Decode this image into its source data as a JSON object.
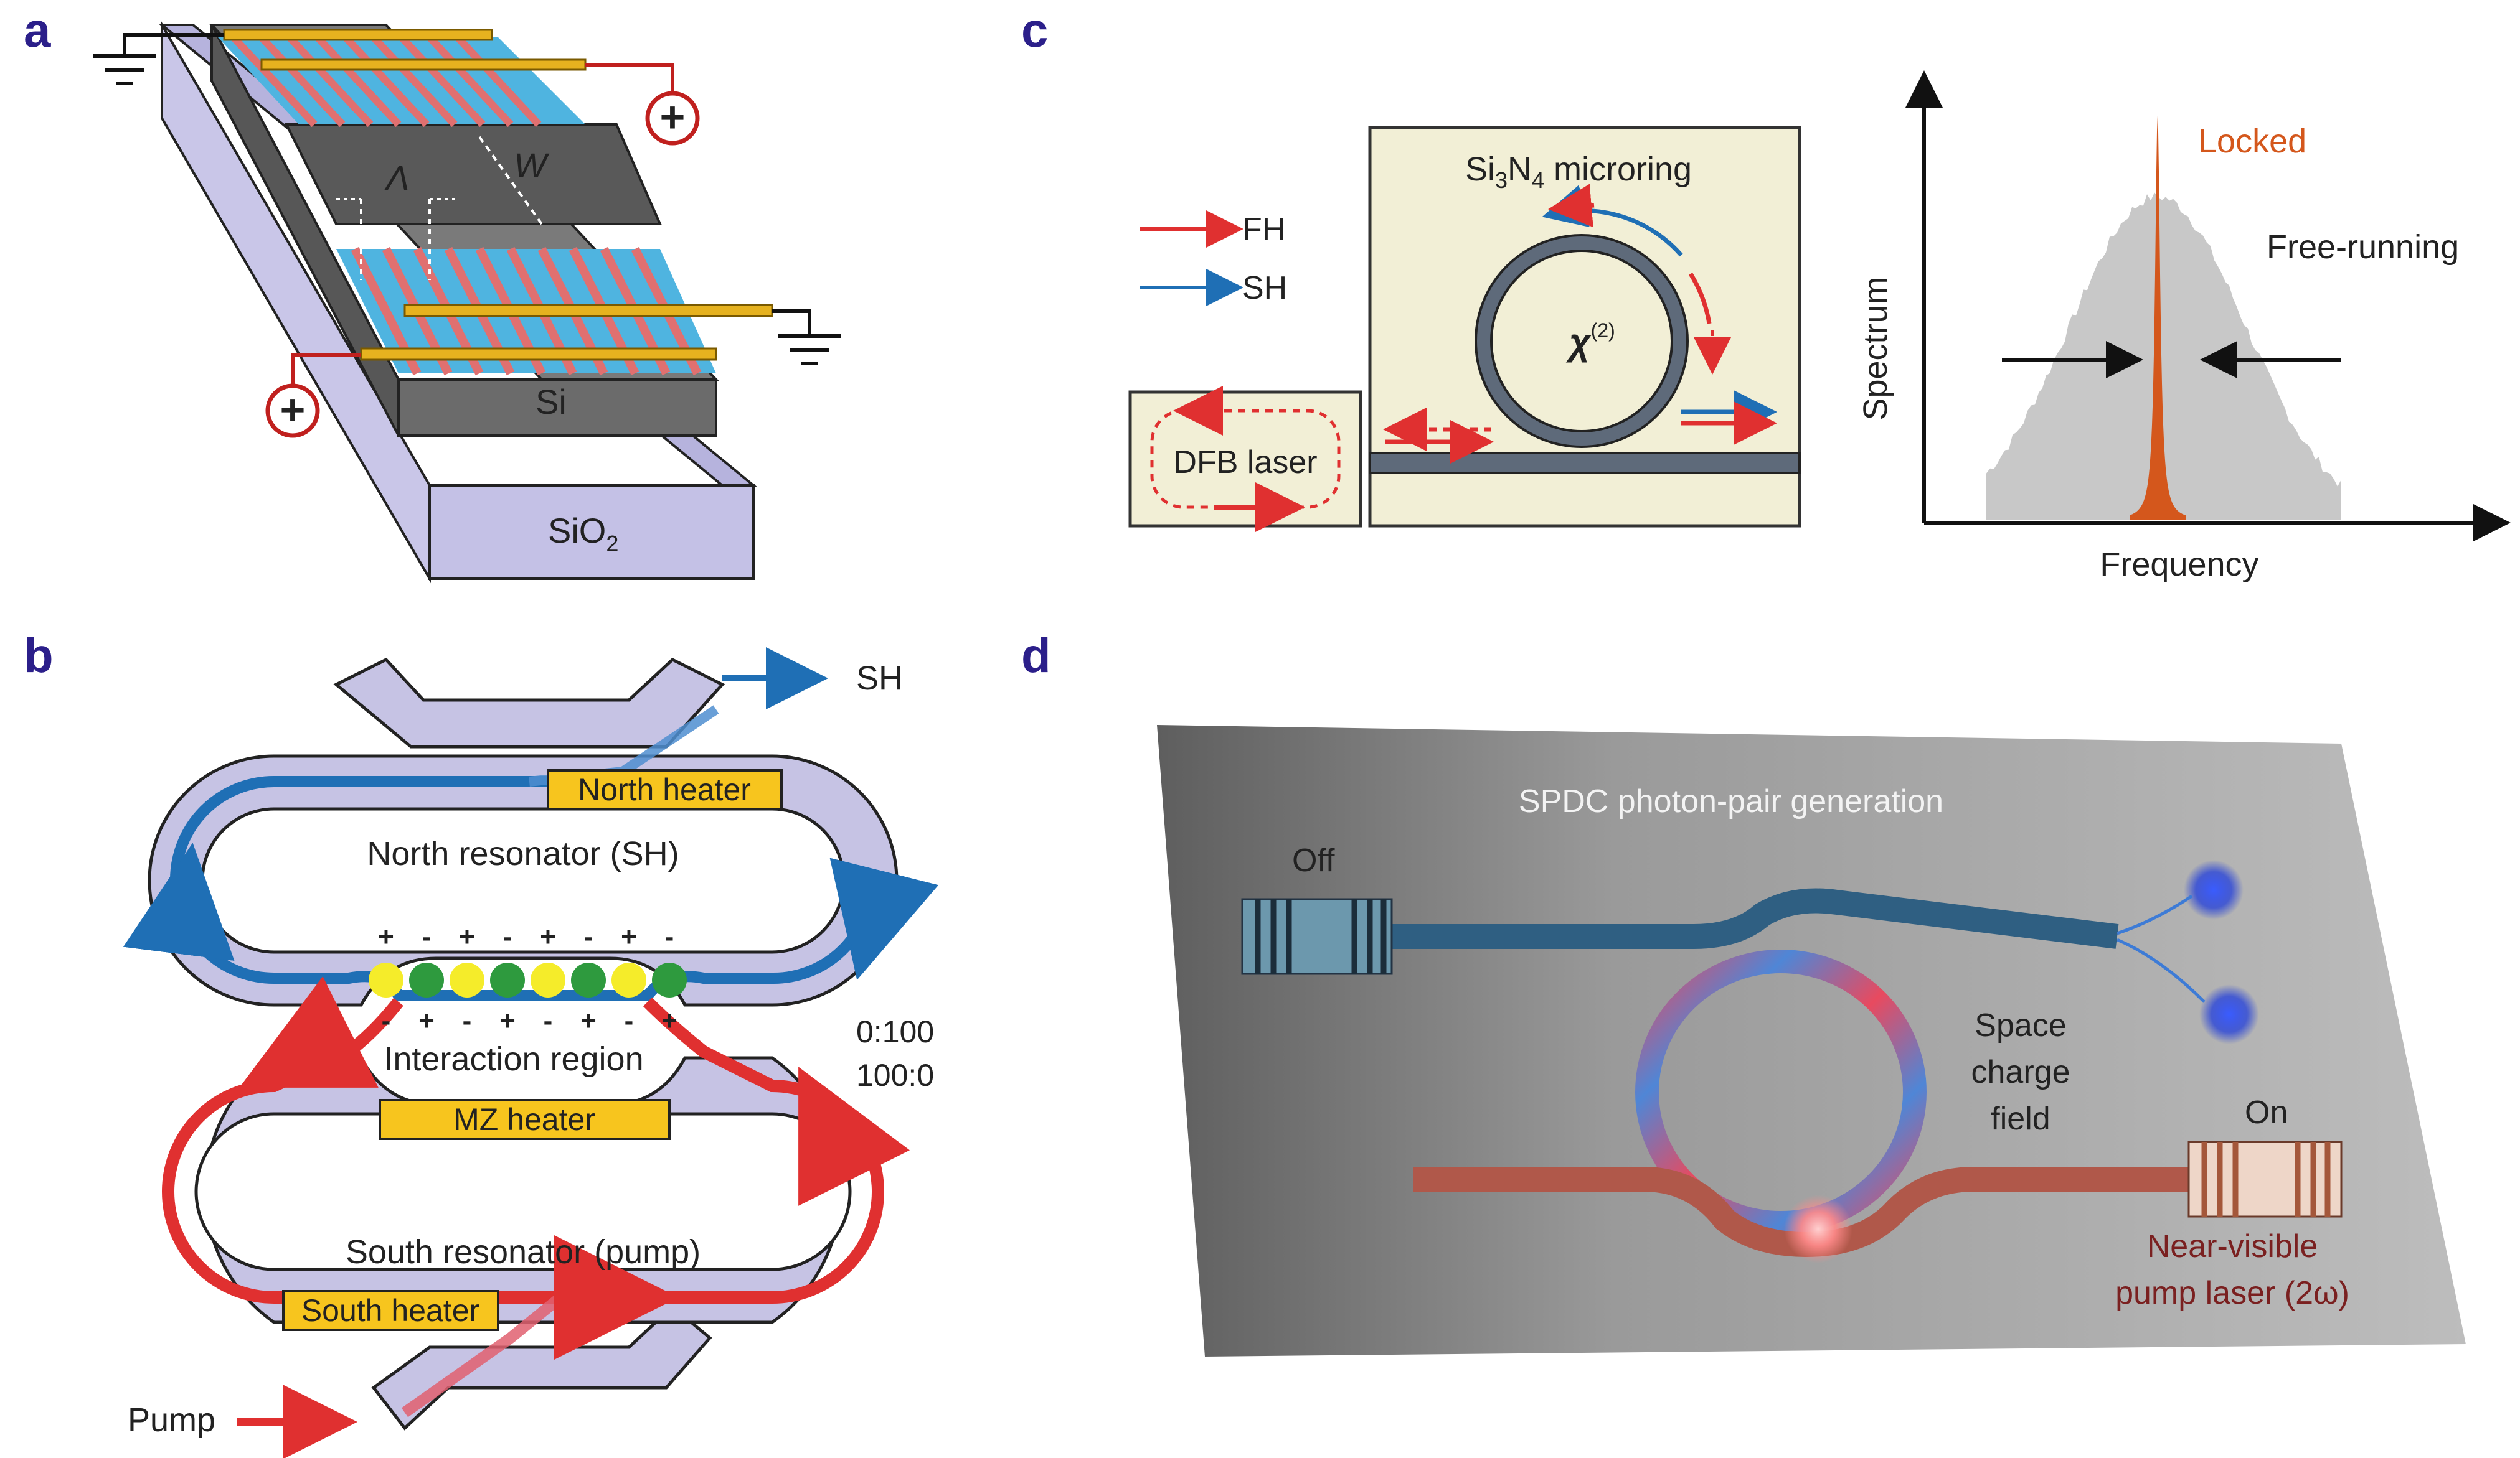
{
  "panels": {
    "a": {
      "letter": "a",
      "period_symbol": "Λ",
      "width_symbol": "W",
      "si_label": "Si",
      "sio2_label": "SiO",
      "sio2_sub": "2",
      "plus_symbol": "+"
    },
    "b": {
      "letter": "b",
      "sh_out": "SH",
      "north_heater": "North heater",
      "north_resonator": "North resonator (SH)",
      "interaction_region": "Interaction region",
      "mz_heater": "MZ heater",
      "south_resonator": "South resonator (pump)",
      "south_heater": "South heater",
      "pump": "Pump",
      "ratio_blue": "0:100",
      "ratio_red": "100:0",
      "top_signs": [
        "+",
        "-",
        "+",
        "-",
        "+",
        "-",
        "+",
        "-"
      ],
      "bottom_signs": [
        "-",
        "+",
        "-",
        "+",
        "-",
        "+",
        "-",
        "+"
      ],
      "colors": {
        "sh": "#1f6fb5",
        "pump": "#e03030",
        "heater": "#f7c51e"
      }
    },
    "c": {
      "letter": "c",
      "legend_fh": "FH",
      "legend_sh": "SH",
      "dfb_laser": "DFB laser",
      "microring_pre": "Si",
      "microring_sub1": "3",
      "microring_mid": "N",
      "microring_sub2": "4",
      "microring_post": " microring",
      "chi": "χ",
      "chi_sup": "(2)",
      "locked": "Locked",
      "free_running": "Free-running",
      "y_axis": "Spectrum",
      "x_axis": "Frequency",
      "colors": {
        "locked": "#d4571c",
        "free_running": "#c8c8c8"
      }
    },
    "d": {
      "letter": "d",
      "title": "SPDC photon-pair generation",
      "off": "Off",
      "on": "On",
      "space_charge": [
        "Space",
        "charge",
        "field"
      ],
      "pump_laser": [
        "Near-visible",
        "pump laser (2ω)"
      ]
    }
  }
}
